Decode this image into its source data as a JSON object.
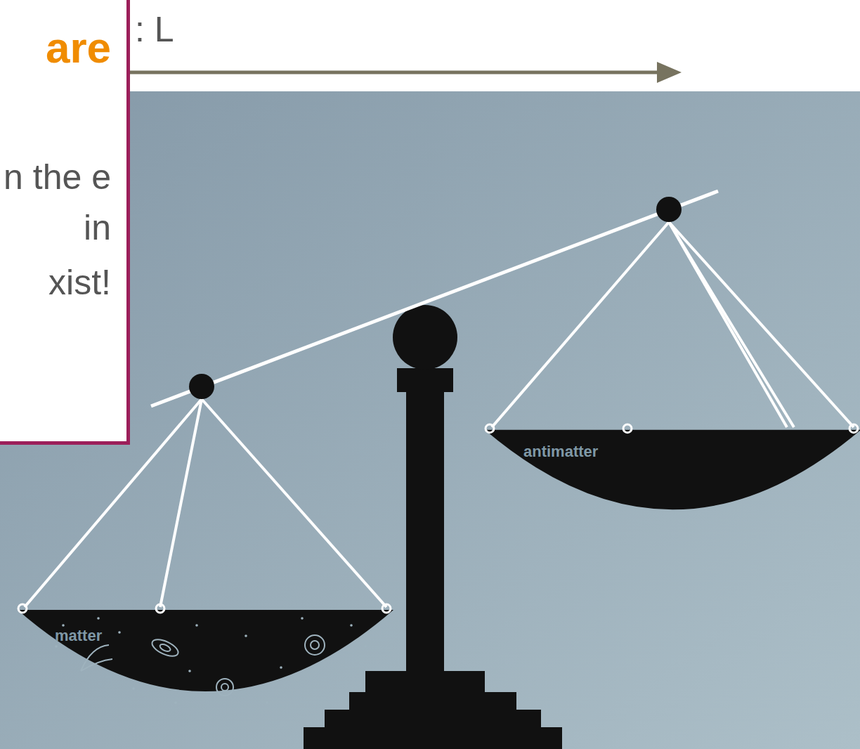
{
  "diagram": {
    "nodes": [
      {
        "text": [
          "are",
          "n the e in",
          "xist!"
        ]
      },
      {
        "text": [
          "matter"
        ]
      },
      {
        "text": [
          "antimatter"
        ]
      }
    ],
    "labels": [
      ": L"
    ]
  }
}
